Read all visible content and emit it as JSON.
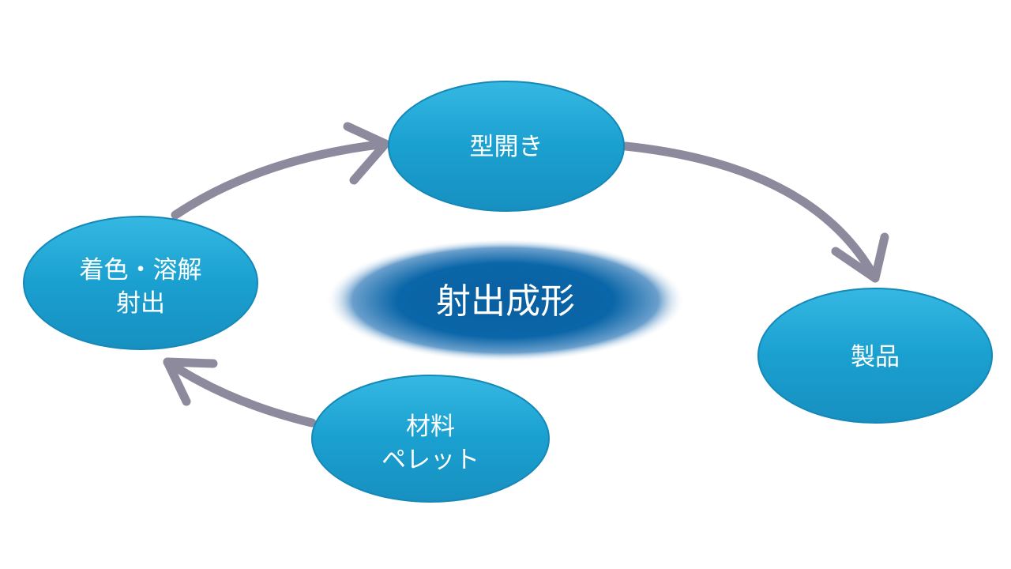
{
  "center": {
    "label": "射出成形"
  },
  "nodes": {
    "mold_open": {
      "label": "型開き"
    },
    "coloring": {
      "line1": "着色・溶解",
      "line2": "射出"
    },
    "product": {
      "label": "製品"
    },
    "material": {
      "line1": "材料",
      "line2": "ペレット"
    }
  },
  "colors": {
    "node": "#1aa0d0",
    "arrow": "#8e8a9e",
    "center": "#0a5fa0"
  }
}
